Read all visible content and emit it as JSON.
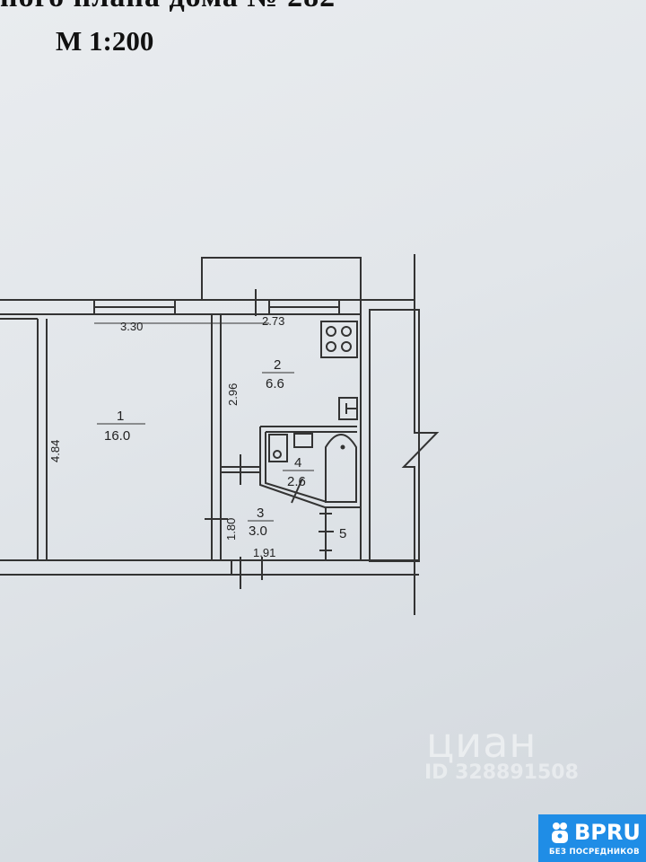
{
  "header": {
    "title": "ного плана дома № 282",
    "scale": "М 1:200"
  },
  "rooms": [
    {
      "number": "1",
      "area": "16.0"
    },
    {
      "number": "2",
      "area": "6.6"
    },
    {
      "number": "3",
      "area": "3.0"
    },
    {
      "number": "4",
      "area": "2.6"
    },
    {
      "number": "5",
      "area": ""
    }
  ],
  "dimensions": {
    "room1_width": "3.30",
    "room1_length": "4.84",
    "kitchen_width": "2.73",
    "kitchen_length": "2.96",
    "hall_length": "1.80",
    "hall_width": "1.91"
  },
  "watermark": {
    "brand": "циан",
    "id": "ID 328891508"
  },
  "logo": {
    "name": "BPRU",
    "tagline": "БЕЗ ПОСРЕДНИКОВ",
    "color": "#1f8de6"
  }
}
